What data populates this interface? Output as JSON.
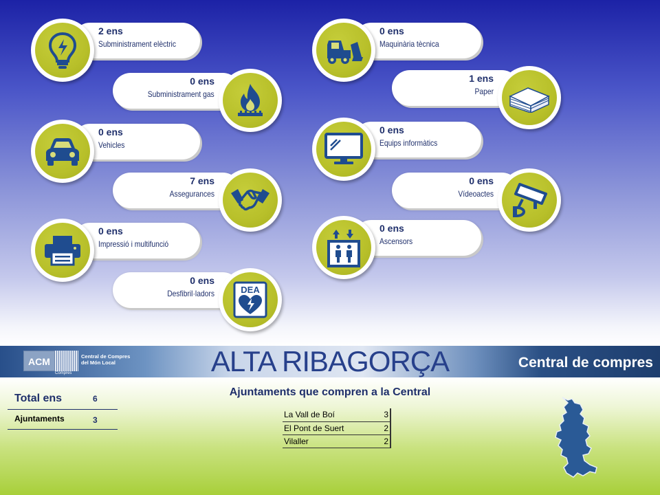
{
  "colors": {
    "navy": "#1f2f6b",
    "olive": "#b8c02a",
    "icon": "#1f4c8f"
  },
  "left_tiles": [
    {
      "count": "2 ens",
      "label": "Subministrament elèctric",
      "icon": "lightbulb-icon"
    },
    {
      "count": "0 ens",
      "label": "Subministrament gas",
      "icon": "gas-flame-icon"
    },
    {
      "count": "0 ens",
      "label": "Vehicles",
      "icon": "car-icon"
    },
    {
      "count": "7 ens",
      "label": "Assegurances",
      "icon": "handshake-icon"
    },
    {
      "count": "0 ens",
      "label": "Impressió i multifunció",
      "icon": "printer-icon"
    },
    {
      "count": "0 ens",
      "label": "Desfibril·ladors",
      "icon": "defibrillator-icon",
      "icon_text": "DEA"
    }
  ],
  "right_tiles": [
    {
      "count": "0 ens",
      "label": "Maquinària tècnica",
      "icon": "skid-loader-icon"
    },
    {
      "count": "1 ens",
      "label": "Paper",
      "icon": "paper-stack-icon"
    },
    {
      "count": "0 ens",
      "label": "Equips informàtics",
      "icon": "monitor-icon"
    },
    {
      "count": "0 ens",
      "label": "Vídeoactes",
      "icon": "video-camera-icon"
    },
    {
      "count": "0 ens",
      "label": "Ascensors",
      "icon": "elevator-icon"
    }
  ],
  "banner": {
    "title": "ALTA RIBAGORÇA",
    "right_text": "Central de compres",
    "logo_acm": "ACM",
    "logo_sub": "Compres",
    "logo_text": "Central de Compres del Món Local"
  },
  "totals": {
    "total_label": "Total ens",
    "total_value": "6",
    "ajuntaments_label": "Ajuntaments",
    "ajuntaments_value": "3"
  },
  "municipalities": {
    "title": "Ajuntaments que compren a la Central",
    "rows": [
      {
        "name": "La Vall de Boí",
        "value": "3"
      },
      {
        "name": "El Pont de Suert",
        "value": "2"
      },
      {
        "name": "Vilaller",
        "value": "2"
      }
    ]
  }
}
